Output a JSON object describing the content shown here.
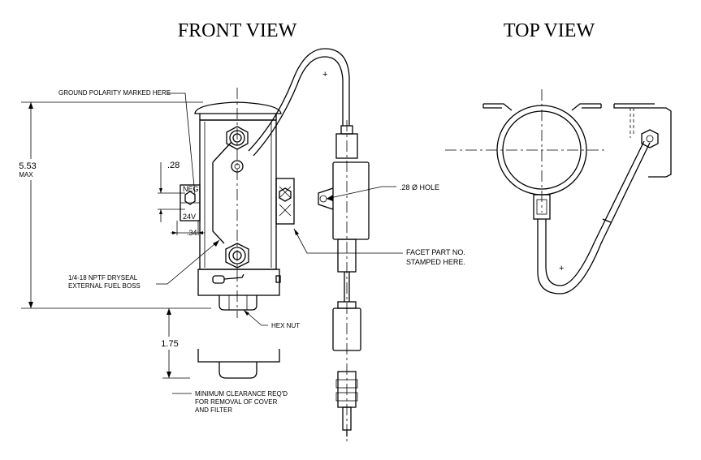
{
  "titles": {
    "front": "FRONT VIEW",
    "top": "TOP VIEW"
  },
  "dimensions": {
    "height": "5.53",
    "height_suffix": "MAX",
    "terminal_offset": ".28",
    "terminal_width": ".34",
    "clearance": "1.75"
  },
  "terminals": {
    "neg": "NEG.",
    "voltage": "24V"
  },
  "symbols": {
    "plus": "+"
  },
  "callouts": {
    "ground_polarity": "GROUND POLARITY MARKED HERE",
    "hole": ".28 Ø HOLE",
    "facet_line1": "FACET PART NO.",
    "facet_line2": "STAMPED HERE.",
    "boss_line1": "1/4-18 NPTF DRYSEAL",
    "boss_line2": "EXTERNAL FUEL BOSS",
    "hex_nut": "HEX NUT",
    "clearance_line1": "MINIMUM CLEARANCE REQ'D",
    "clearance_line2": "FOR REMOVAL OF COVER",
    "clearance_line3": "AND FILTER"
  }
}
